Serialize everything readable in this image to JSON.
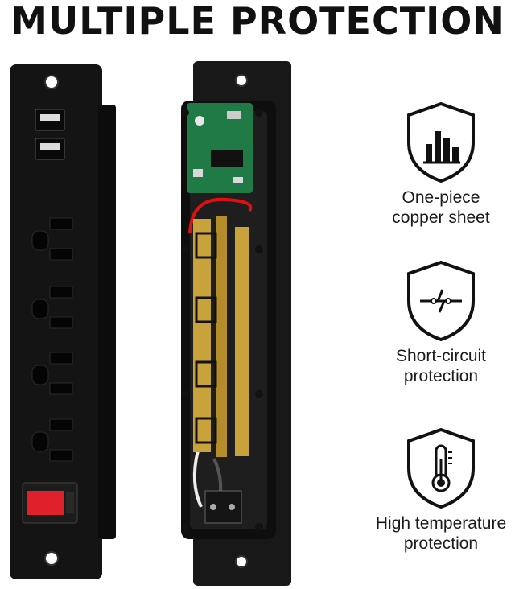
{
  "headline": "MULTIPLE PROTECTION",
  "features": [
    {
      "icon": "copper-sheet-icon",
      "line1": "One-piece",
      "line2": "copper sheet"
    },
    {
      "icon": "short-circuit-icon",
      "line1": "Short-circuit",
      "line2": "protection"
    },
    {
      "icon": "thermometer-icon",
      "line1": "High temperature",
      "line2": "protection"
    }
  ],
  "colors": {
    "strip": "#121212",
    "pcb": "#1f7a45",
    "copper": "#c8a23a",
    "switch": "#e0202a"
  }
}
